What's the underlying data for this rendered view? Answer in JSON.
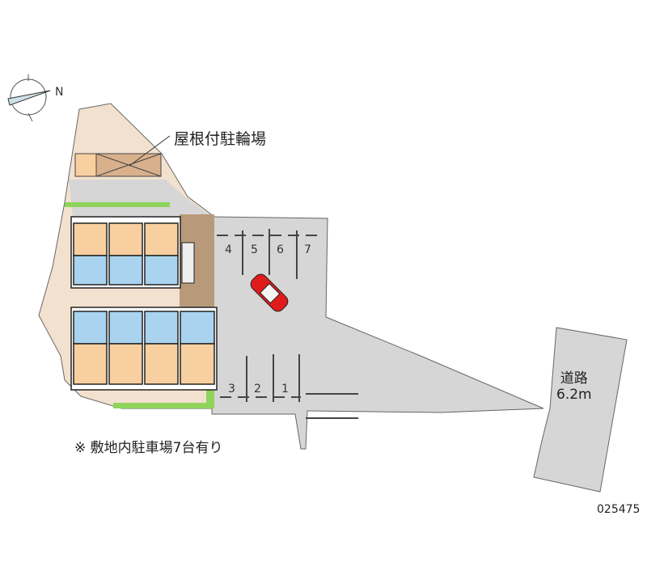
{
  "labels": {
    "bike_parking": "屋根付駐輪場",
    "road_name": "道路",
    "road_width": "6.2m",
    "note": "※ 敷地内駐車場7台有り",
    "property_code": "025475"
  },
  "parking_spaces": [
    "1",
    "2",
    "3",
    "4",
    "5",
    "6",
    "7"
  ],
  "compass": {
    "north_label": "N"
  },
  "colors": {
    "site": "#f3e1cf",
    "paved": "#d6d6d6",
    "unit_room": "#f8cf9f",
    "unit_wet": "#a9d3ee",
    "green": "#8fd35a",
    "car": "#e01b1b"
  }
}
